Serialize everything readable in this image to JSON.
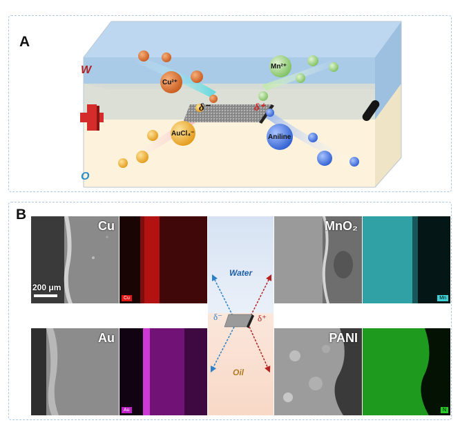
{
  "panel_a": {
    "letter": "A",
    "water_label": "W",
    "oil_label": "O",
    "ions": {
      "cu": "Cu²⁺",
      "mn": "Mn²⁺",
      "au": "AuCl₄⁻",
      "aniline": "Aniline"
    },
    "pole_left": "δ⁻",
    "pole_right": "δ⁺"
  },
  "panel_b": {
    "letter": "B",
    "scale_bar": "200 μm",
    "top_left_label": "Cu",
    "top_left_map_tag": "Cu",
    "top_right_label": "MnO₂",
    "top_right_map_tag": "Mn",
    "bottom_left_label": "Au",
    "bottom_left_map_tag": "Au",
    "bottom_right_label": "PANI",
    "bottom_right_map_tag": "N",
    "center": {
      "water": "Water",
      "oil": "Oil",
      "pole_left": "δ⁻",
      "pole_right": "δ⁺"
    }
  },
  "colors": {
    "water_phase": "#a9cbe8",
    "oil_phase": "#fdf3dc",
    "cu_ion": "#e07a3a",
    "mn_ion": "#9fd48a",
    "au_ion": "#f2b43a",
    "aniline_ion": "#4d7fe0",
    "cu_map": "#e01818",
    "au_map": "#c020c8",
    "mn_map": "#3fd0d6",
    "n_map": "#28c828"
  }
}
